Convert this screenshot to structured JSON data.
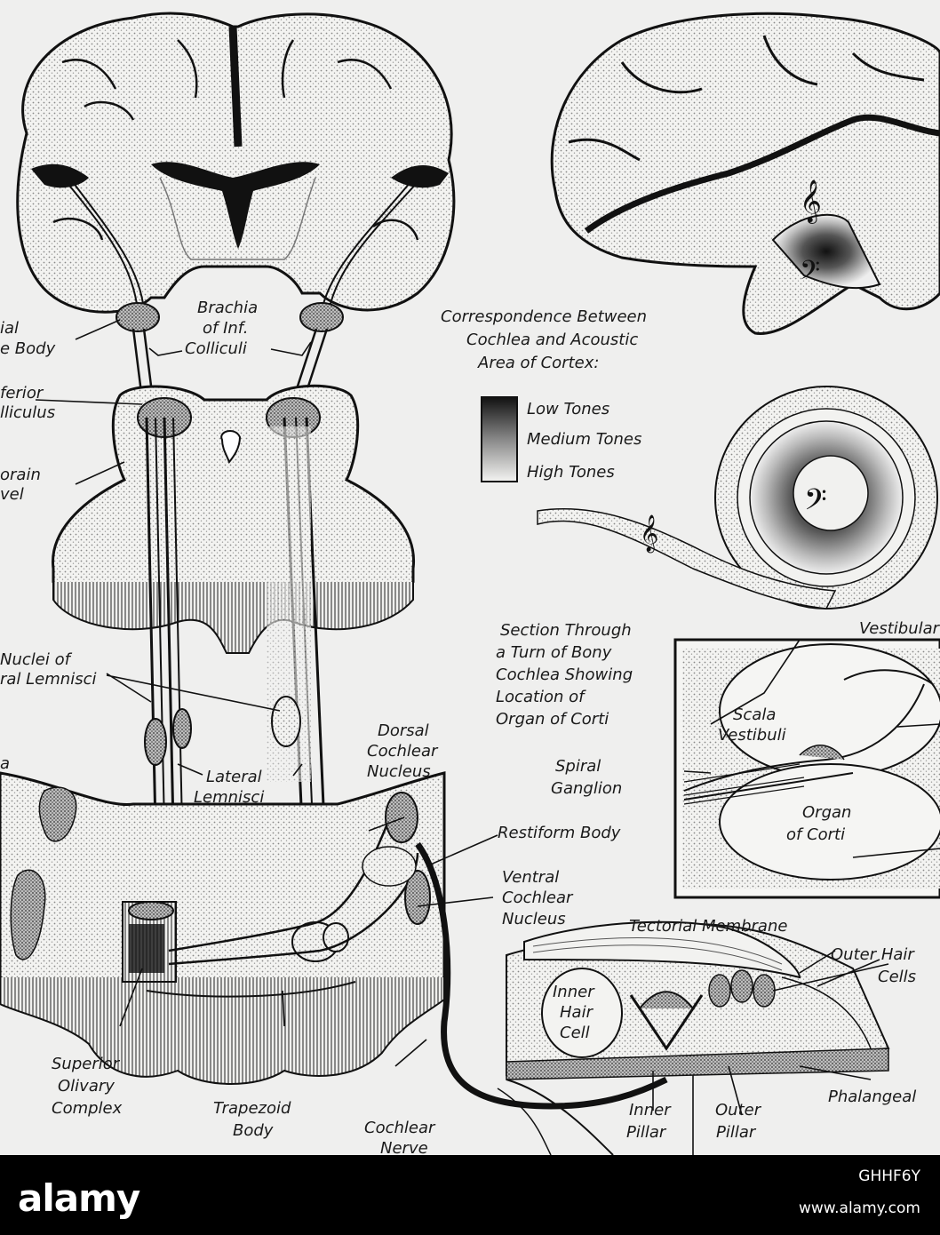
{
  "labels": {
    "brachia": [
      "Brachia",
      "of Inf.",
      "Colliculi"
    ],
    "medial_geniculate": [
      "ial",
      "e Body"
    ],
    "inferior_colliculus": [
      "ferior",
      "lliculus"
    ],
    "midbrain_level": [
      "orain",
      "vel"
    ],
    "nuclei_lateral_lemnisci": [
      "Nuclei of",
      "ral Lemnisci"
    ],
    "medulla_fragment": "a",
    "lateral_lemnisci": [
      "Lateral",
      "Lemnisci"
    ],
    "dorsal_cochlear_nucleus": [
      "Dorsal",
      "Cochlear",
      "Nucleus"
    ],
    "restiform_body": "Restiform Body",
    "ventral_cochlear_nucleus": [
      "Ventral",
      "Cochlear",
      "Nucleus"
    ],
    "superior_olivary_complex": [
      "Superior",
      "Olivary",
      "Complex"
    ],
    "trapezoid_body": [
      "Trapezoid",
      "Body"
    ],
    "cochlear_nerve": [
      "Cochlear",
      "Nerve"
    ],
    "correspondence_title": [
      "Correspondence Between",
      "Cochlea and Acoustic",
      "Area of Cortex:"
    ],
    "legend": [
      "Low Tones",
      "Medium Tones",
      "High Tones"
    ],
    "section_through": [
      "Section Through",
      "a Turn of Bony",
      "Cochlea Showing",
      "Location of",
      "Organ of Corti"
    ],
    "spiral_ganglion": [
      "Spiral",
      "Ganglion"
    ],
    "vestibular": "Vestibular",
    "scala_vestibuli": [
      "Scala",
      "Vestibuli"
    ],
    "organ_of_corti": [
      "Organ",
      "of Corti"
    ],
    "tectorial_membrane": "Tectorial Membrane",
    "outer_hair_cells": [
      "Outer Hair",
      "Cells"
    ],
    "inner_hair_cell": [
      "Inner",
      "Hair",
      "Cell"
    ],
    "phalangeal": "Phalangeal",
    "inner_pillar": [
      "Inner",
      "Pillar"
    ],
    "outer_pillar": [
      "Outer",
      "Pillar"
    ]
  },
  "footer": {
    "logo": "alamy",
    "image_id": "GHHF6Y",
    "site": "www.alamy.com"
  }
}
